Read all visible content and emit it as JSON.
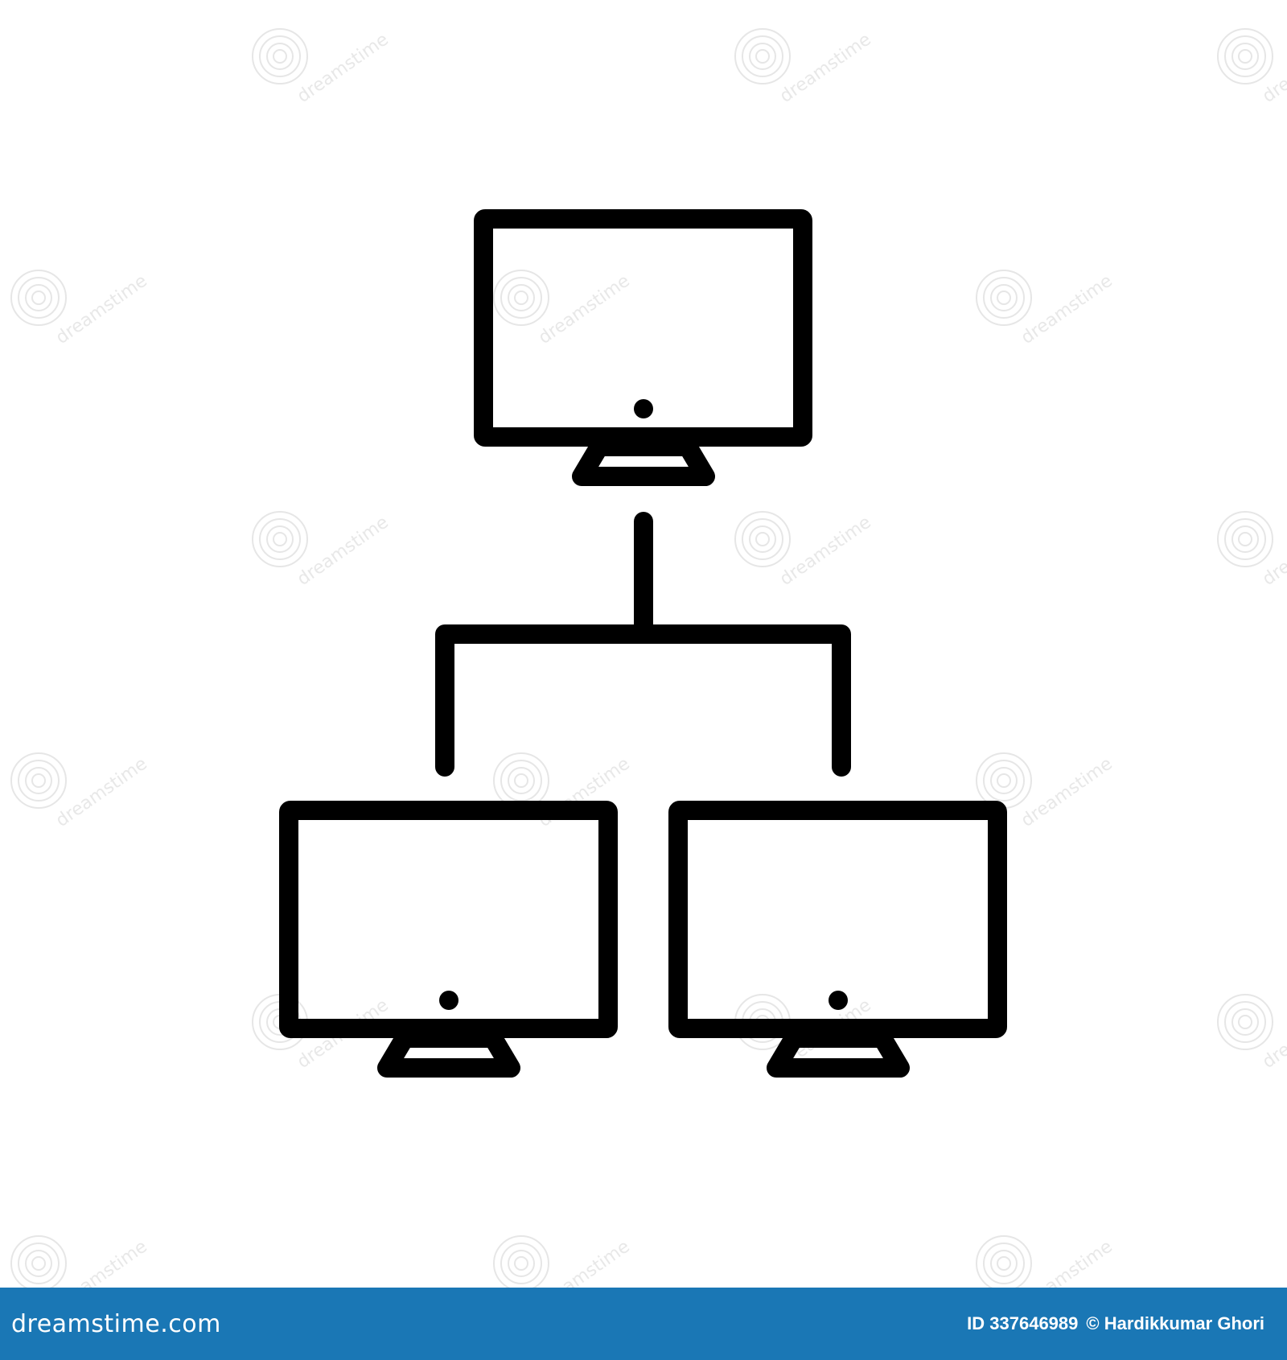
{
  "image": {
    "subject": "network-hierarchy-icon",
    "monitors": [
      {
        "id": "top",
        "role": "parent"
      },
      {
        "id": "bottom-left",
        "role": "child"
      },
      {
        "id": "bottom-right",
        "role": "child"
      }
    ],
    "line_color": "#000000",
    "background_color": "#ffffff"
  },
  "watermark": {
    "text": "dreamstime",
    "icon": "spiral-logo-icon"
  },
  "footer": {
    "brand": "dreamstime.com",
    "id_text": "ID 337646989",
    "author": "© Hardikkumar Ghori",
    "background_color": "#1a77b5",
    "text_color": "#ffffff"
  }
}
